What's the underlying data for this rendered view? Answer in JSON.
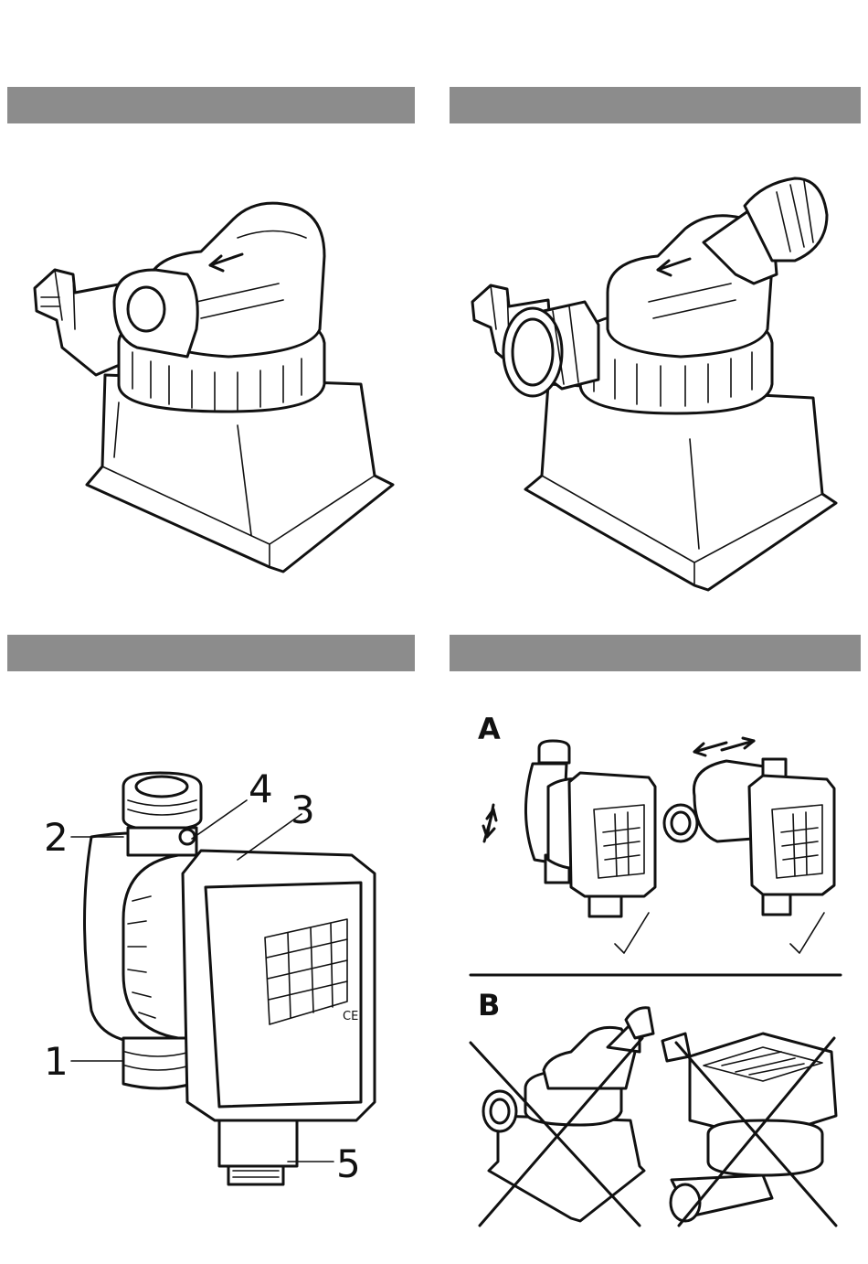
{
  "panels": {
    "top_left": {},
    "top_right": {},
    "bottom_left": {
      "callouts": [
        "1",
        "2",
        "3",
        "4",
        "5"
      ]
    },
    "bottom_right": {
      "section_a": "A",
      "section_b": "B"
    }
  },
  "icons": {
    "ok": "check-mark-icon",
    "not_ok": "cross-out-icon",
    "flow": "flow-arrow-icon"
  },
  "colors": {
    "header_bar": "#8c8c8c",
    "ink": "#111111"
  },
  "marks": {
    "ce": "CE"
  }
}
